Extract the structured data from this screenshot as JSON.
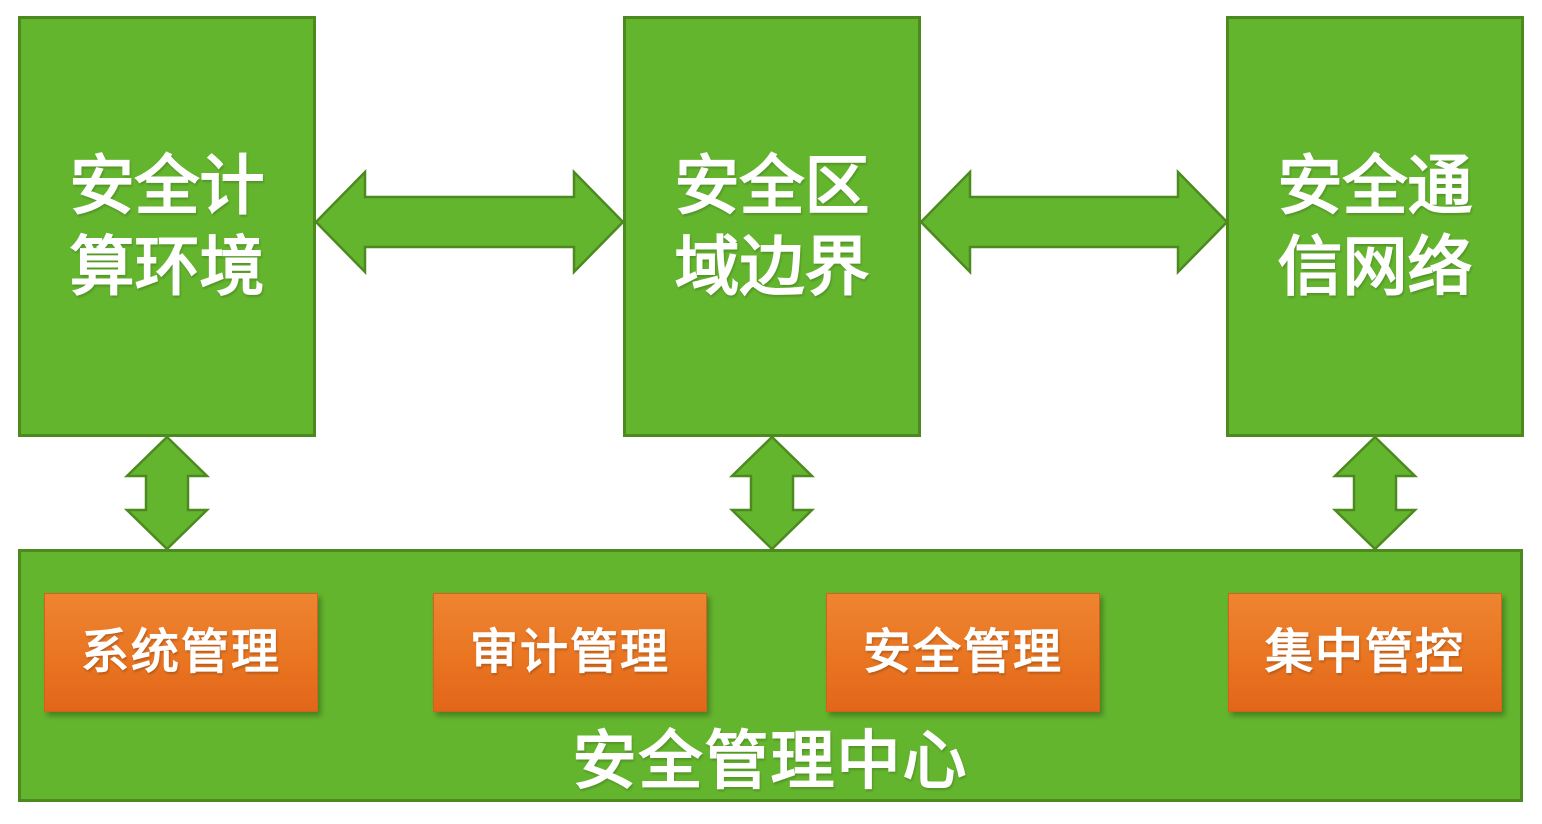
{
  "diagram": {
    "top_boxes": [
      {
        "label": "安全计算环境"
      },
      {
        "label": "安全区域边界"
      },
      {
        "label": "安全通信网络"
      }
    ],
    "management_center": {
      "label": "安全管理中心",
      "modules": [
        {
          "label": "系统管理"
        },
        {
          "label": "审计管理"
        },
        {
          "label": "安全管理"
        },
        {
          "label": "集中管控"
        }
      ]
    },
    "connections": [
      "安全计算环境 ↔ 安全区域边界",
      "安全区域边界 ↔ 安全通信网络",
      "安全计算环境 ↕ 安全管理中心",
      "安全区域边界 ↕ 安全管理中心",
      "安全通信网络 ↕ 安全管理中心"
    ]
  },
  "colors": {
    "green_fill": "#64B52E",
    "green_border": "#4C8A1F",
    "orange_top": "#EE8431",
    "orange_bottom": "#E2661A",
    "orange_border": "#D2621C",
    "label_text": "#FFFFFF"
  }
}
